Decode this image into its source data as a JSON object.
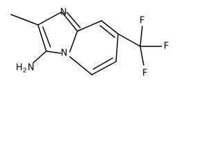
{
  "molecule": {
    "atoms": {
      "n_ring": "N",
      "n_bridge": "N",
      "amine_main": "H",
      "amine_sub": "2",
      "amine_n": "N",
      "f1": "F",
      "f2": "F",
      "f3": "F"
    }
  }
}
